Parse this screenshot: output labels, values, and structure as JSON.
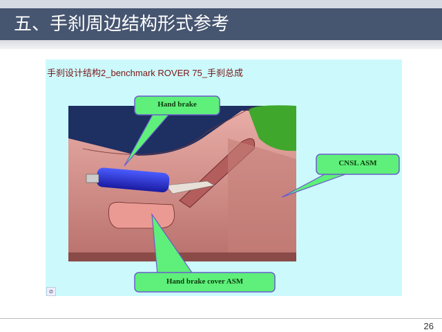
{
  "slide": {
    "title": "五、手刹周边结构形式参考",
    "page_number": "26"
  },
  "figure": {
    "caption_prefix": "手刹设计结构",
    "caption_latin": "2_benchmark ROVER 75_",
    "caption_suffix": "手刹总成",
    "callouts": {
      "hand_brake": "Hand brake",
      "cnsl_asm": "CNSL ASM",
      "hand_brake_cover_asm": "Hand brake cover ASM"
    }
  },
  "colors": {
    "header": "#465570",
    "panel": "#ccfafc",
    "callout_fill": "#5ef07a",
    "callout_border": "#6a5acd",
    "console": "#d99a94"
  }
}
